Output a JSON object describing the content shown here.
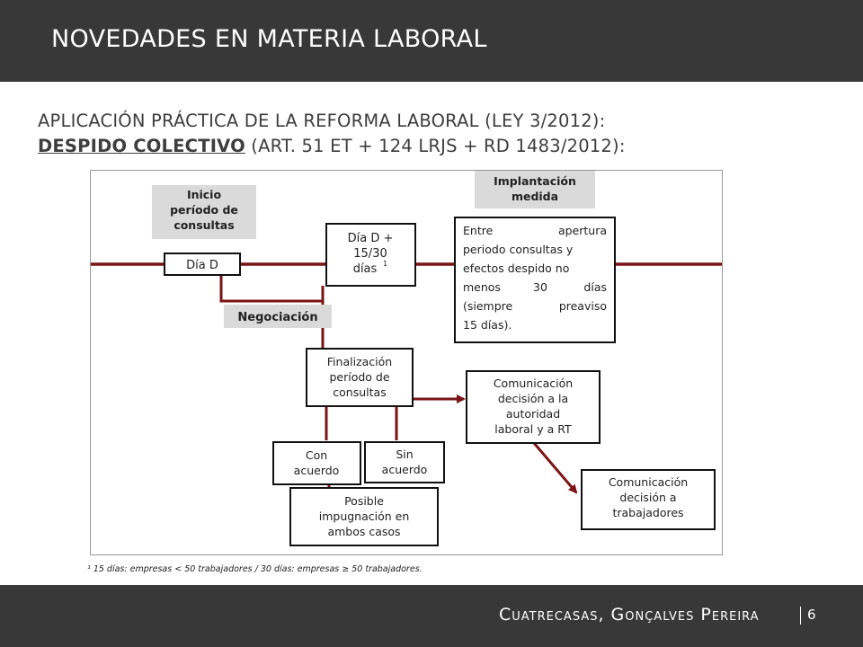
{
  "header": {
    "title": "NOVEDADES EN MATERIA LABORAL"
  },
  "subtitle": {
    "line1": "APLICACIÓN PRÁCTICA DE LA REFORMA LABORAL (LEY 3/2012):",
    "highlight": "DESPIDO COLECTIVO",
    "line2_rest": " (ART. 51 ET + 124 LRJS + RD 1483/2012):"
  },
  "diagram": {
    "inicio_label": [
      "Inicio",
      "período de",
      "consultas"
    ],
    "implantacion_label": [
      "Implantación",
      "medida"
    ],
    "dia_d": "Día D",
    "dia_d_15": [
      "Día D +",
      "15/30",
      "días"
    ],
    "footnote_marker": "1",
    "entre_text": [
      "Entre",
      "apertura",
      "periodo consultas y",
      "efectos despido no",
      "menos",
      "30",
      "días",
      "(siempre",
      "preaviso",
      "15 días)."
    ],
    "negociacion": "Negociación",
    "finalizacion": [
      "Finalización",
      "período de",
      "consultas"
    ],
    "comunicacion_autoridad": [
      "Comunicación",
      "decisión a la",
      "autoridad",
      "laboral y a RT"
    ],
    "con_acuerdo": [
      "Con",
      "acuerdo"
    ],
    "sin_acuerdo": [
      "Sin",
      "acuerdo"
    ],
    "comunicacion_trabajadores": [
      "Comunicación",
      "decisión a",
      "trabajadores"
    ],
    "impugnacion": [
      "Posible",
      "impugnación en",
      "ambos casos"
    ],
    "line_color": "#7a1416"
  },
  "footnote": "¹ 15 días: empresas < 50 trabajadores / 30 días: empresas ≥ 50 trabajadores.",
  "footer": {
    "brand": "Cuatrecasas, Gonçalves Pereira",
    "page": "6"
  }
}
